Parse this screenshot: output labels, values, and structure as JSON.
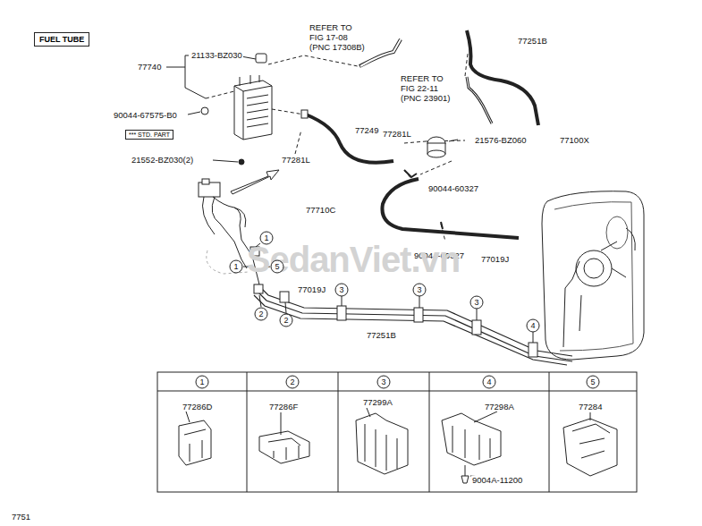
{
  "diagram": {
    "title": "FUEL TUBE",
    "nodes": [
      {
        "text": [
          "*** STD. PART"
        ]
      }
    ],
    "labels": [
      "77740",
      "21133-BZ030",
      "90044-67575-B0",
      "21552-BZ030(2)",
      "REFER TO",
      "FIG 17-08",
      "(PNC 17308B)",
      "77251B",
      "REFER TO",
      "FIG 22-11",
      "(PNC 23901)",
      "77249",
      "77281L",
      "77281L",
      "21576-BZ060",
      "77100X",
      "90044-60327",
      "77710C",
      "90044-60327",
      "77019J",
      "77019J",
      "77251B",
      "1",
      "1",
      "5",
      "2",
      "2",
      "3",
      "3",
      "3",
      "4",
      "1",
      "2",
      "3",
      "4",
      "5",
      "77286D",
      "77286F",
      "77299A",
      "77298A",
      "9004A-11200",
      "77284",
      "7751",
      "SedanViet.vn"
    ]
  }
}
